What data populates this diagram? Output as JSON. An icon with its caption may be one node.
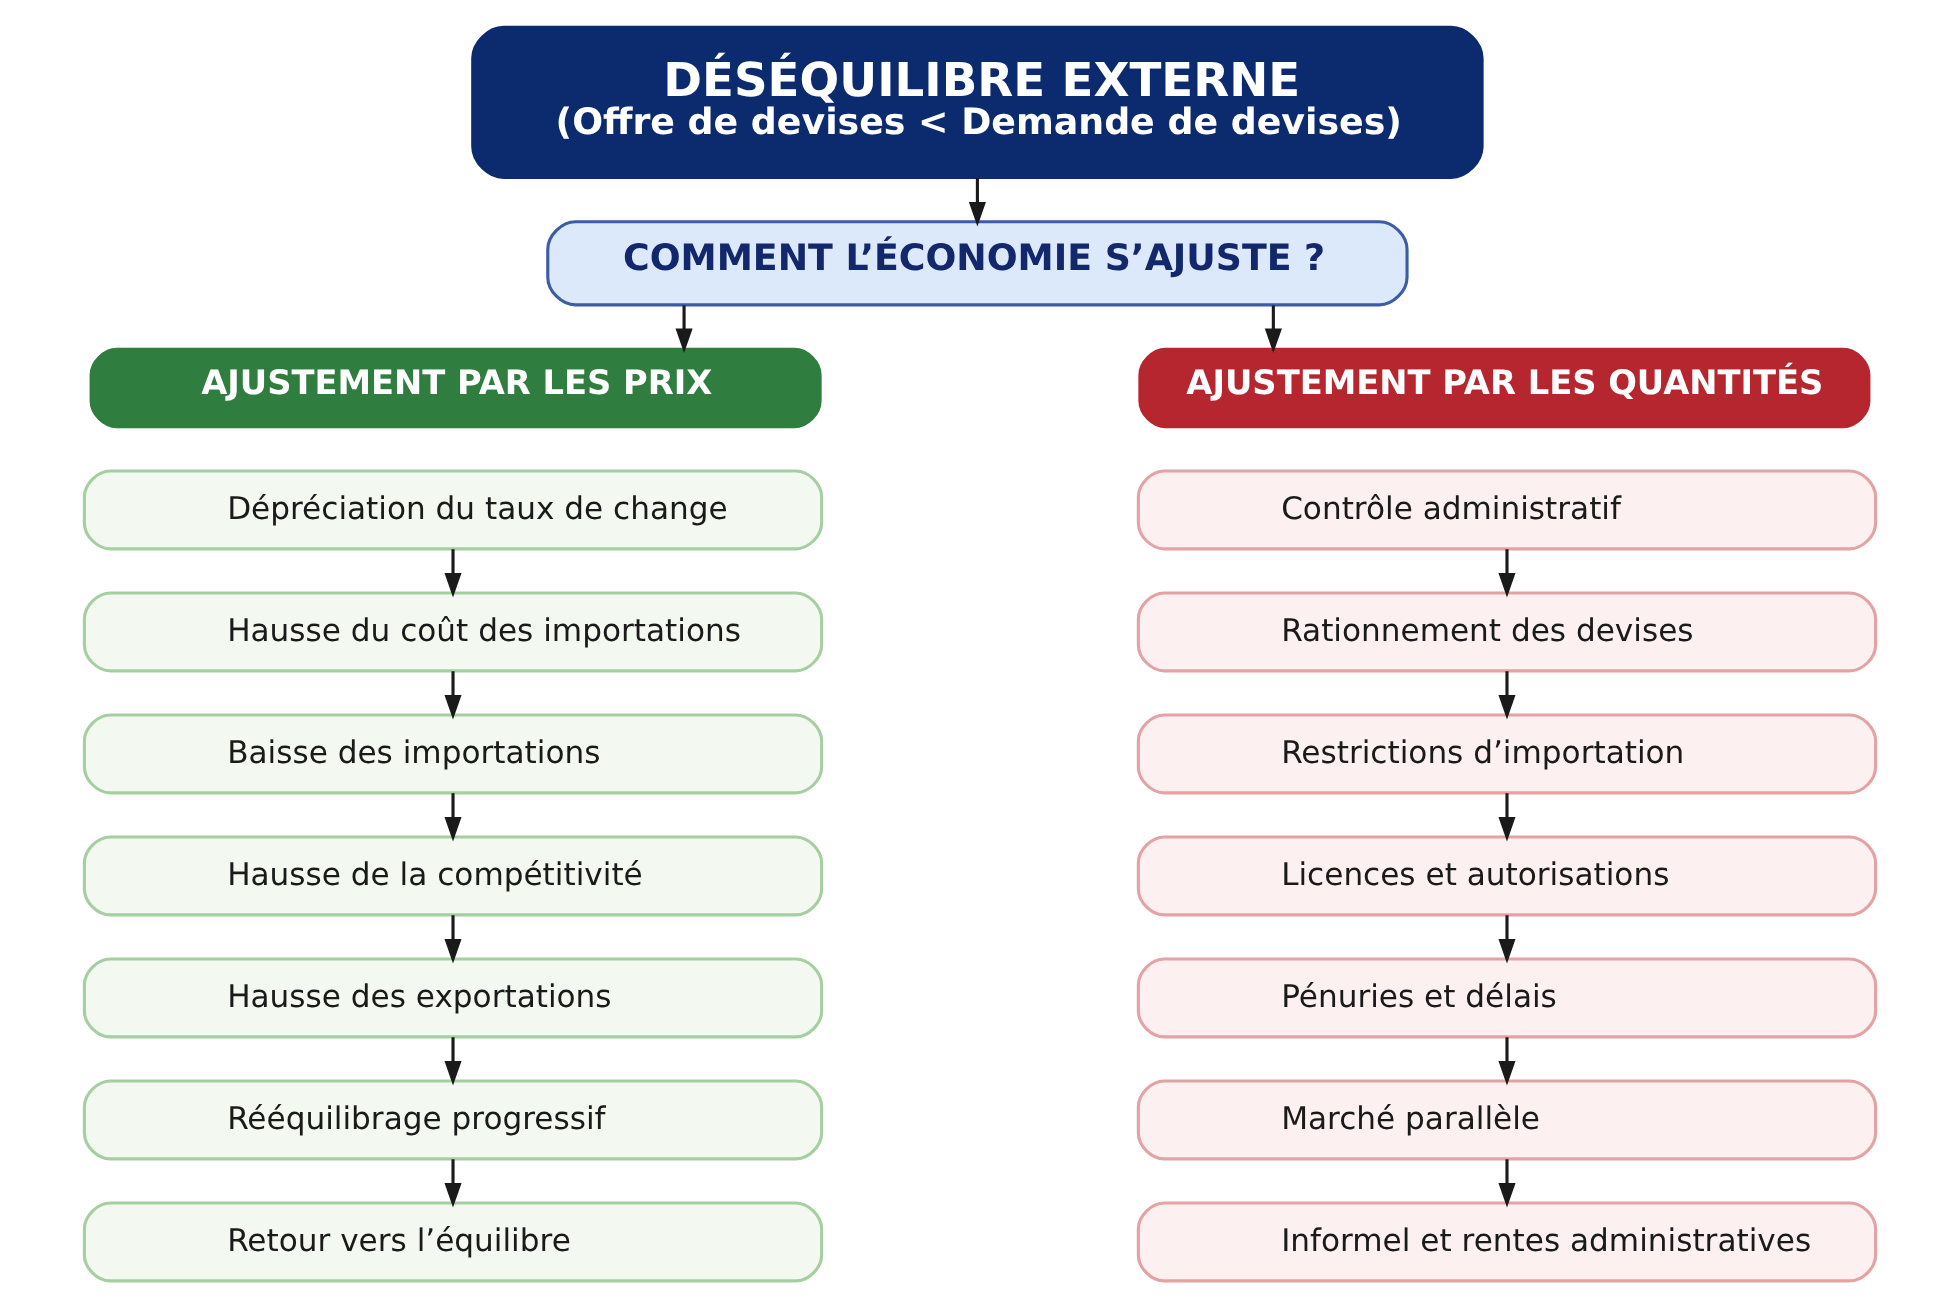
{
  "diagram": {
    "nodes": [
      {
        "text": [
          "DÉSÉQUILIBRE EXTERNE",
          "(Offre de devises < Demande de devises)"
        ]
      },
      {
        "text": [
          "COMMENT L’ÉCONOMIE S’AJUSTE ?"
        ]
      },
      {
        "text": [
          "AJUSTEMENT PAR LES PRIX"
        ]
      },
      {
        "text": [
          "Dépréciation du taux de change"
        ]
      },
      {
        "text": [
          "Hausse du coût des importations"
        ]
      },
      {
        "text": [
          "Baisse des importations"
        ]
      },
      {
        "text": [
          "Hausse de la compétitivité"
        ]
      },
      {
        "text": [
          "Hausse des exportations"
        ]
      },
      {
        "text": [
          "Rééquilibrage progressif"
        ]
      },
      {
        "text": [
          "Retour vers l’équilibre"
        ]
      },
      {
        "text": [
          "AJUSTEMENT PAR LES QUANTITÉS"
        ]
      },
      {
        "text": [
          "Contrôle administratif"
        ]
      },
      {
        "text": [
          "Rationnement des devises"
        ]
      },
      {
        "text": [
          "Restrictions d’importation"
        ]
      },
      {
        "text": [
          "Licences et autorisations"
        ]
      },
      {
        "text": [
          "Pénuries et délais"
        ]
      },
      {
        "text": [
          "Marché parallèle"
        ]
      },
      {
        "text": [
          "Informel et rentes administratives"
        ]
      }
    ],
    "edges": [
      {
        "from": 0,
        "to": 1,
        "arrow": "to"
      },
      {
        "from": 1,
        "to": 2,
        "arrow": "to"
      },
      {
        "from": 1,
        "to": 10,
        "arrow": "to"
      },
      {
        "from": 3,
        "to": 4,
        "arrow": "to"
      },
      {
        "from": 4,
        "to": 5,
        "arrow": "to"
      },
      {
        "from": 5,
        "to": 6,
        "arrow": "to"
      },
      {
        "from": 6,
        "to": 7,
        "arrow": "to"
      },
      {
        "from": 7,
        "to": 8,
        "arrow": "to"
      },
      {
        "from": 8,
        "to": 9,
        "arrow": "to"
      },
      {
        "from": 11,
        "to": 12,
        "arrow": "to"
      },
      {
        "from": 12,
        "to": 13,
        "arrow": "to"
      },
      {
        "from": 13,
        "to": 14,
        "arrow": "to"
      },
      {
        "from": 14,
        "to": 15,
        "arrow": "to"
      },
      {
        "from": 15,
        "to": 16,
        "arrow": "to"
      },
      {
        "from": 16,
        "to": 17,
        "arrow": "to"
      }
    ]
  }
}
